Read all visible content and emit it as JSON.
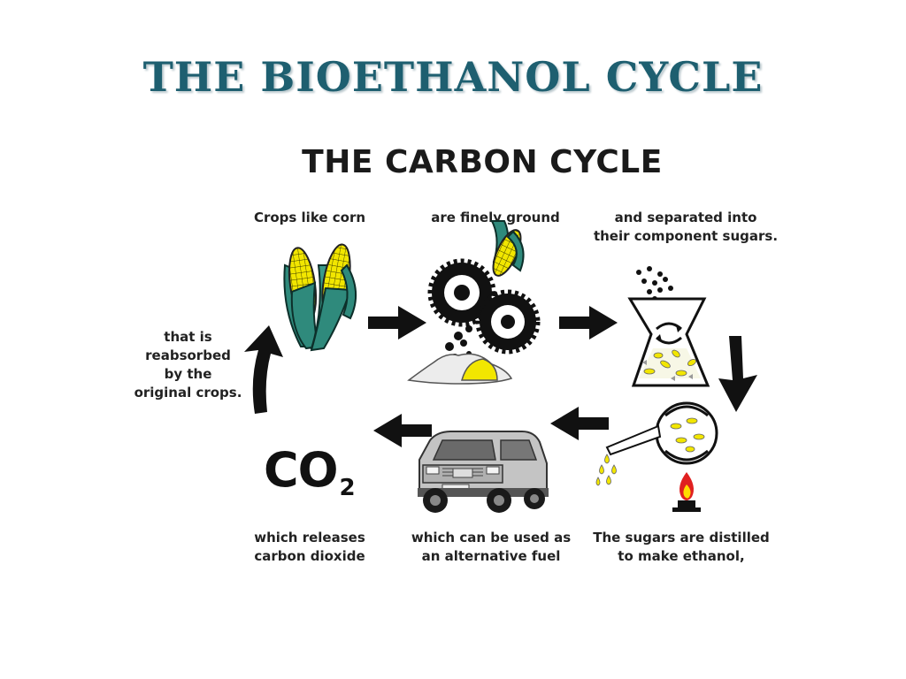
{
  "title": "THE BIOETHANOL CYCLE",
  "diagram_title": "THE CARBON CYCLE",
  "captions": {
    "crops": "Crops like corn",
    "ground": "are finely ground",
    "separated": "and separated into\ntheir component sugars.",
    "distilled": "The sugars are distilled\nto make ethanol,",
    "fuel": "which can be used as\nan alternative fuel",
    "releases": "which releases\ncarbon dioxide",
    "reabsorbed": "that is\nreabsorbed\nby the\noriginal crops."
  },
  "co2": {
    "main": "CO",
    "sub": "2"
  },
  "colors": {
    "title": "#1e5f70",
    "corn": "#f2e600",
    "leaf": "#2f8a7c",
    "ink": "#111111"
  },
  "icons": [
    "corn-icon",
    "grinder-icon",
    "separator-icon",
    "still-icon",
    "car-icon",
    "arrow-icon"
  ]
}
